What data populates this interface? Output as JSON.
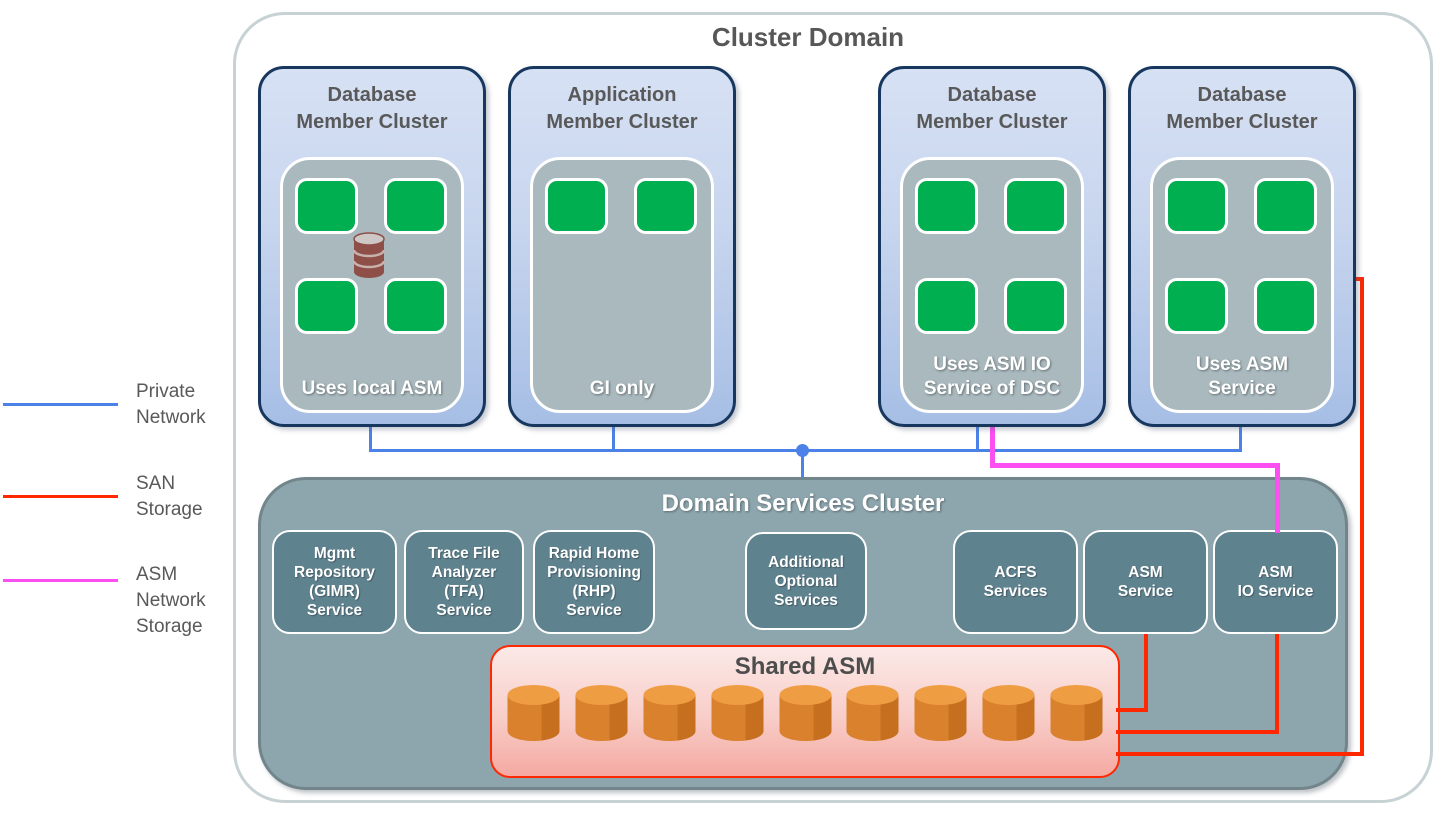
{
  "title": "Cluster Domain",
  "legend": {
    "items": [
      {
        "label": "Private Network",
        "color": "#4C82E8"
      },
      {
        "label": "SAN Storage",
        "color": "#FF2800"
      },
      {
        "label": "ASM Network Storage",
        "color": "#FB4FF1"
      }
    ]
  },
  "member_clusters": [
    {
      "title": "Database\nMember Cluster",
      "label": "Uses local ASM",
      "nodes": 4,
      "has_local_db_icon": true
    },
    {
      "title": "Application\nMember Cluster",
      "label": "GI only",
      "nodes": 2,
      "has_local_db_icon": false
    },
    {
      "title": "Database\nMember Cluster",
      "label": "Uses ASM IO\nService of  DSC",
      "nodes": 4,
      "has_local_db_icon": false
    },
    {
      "title": "Database\nMember Cluster",
      "label": "Uses ASM\nService",
      "nodes": 4,
      "has_local_db_icon": false
    }
  ],
  "dsc": {
    "title": "Domain Services Cluster",
    "services": [
      "Mgmt\nRepository\n(GIMR)\nService",
      "Trace File\nAnalyzer\n(TFA)\nService",
      "Rapid Home\nProvisioning\n(RHP)\nService",
      "Additional\nOptional\nServices",
      "ACFS\nServices",
      "ASM\nService",
      "ASM\nIO Service"
    ],
    "shared_asm": {
      "title": "Shared ASM",
      "disk_count": 9
    }
  },
  "colors": {
    "private_network_line": "#4C82E8",
    "san_storage_line": "#FF2800",
    "asm_network_storage_line": "#FB4FF1",
    "node_green": "#00B050",
    "cluster_border_navy": "#17375E",
    "cluster_fill_blue": "#C7D5EE",
    "inner_panel_gray": "#A9B9BE",
    "dsc_fill": "#8DA5AD",
    "service_box_fill": "#5F828F",
    "shared_asm_fill": "#F8CDC8",
    "disk_orange": "#D9812C",
    "local_db_maroon": "#8E4F48",
    "title_gray": "#575757"
  }
}
